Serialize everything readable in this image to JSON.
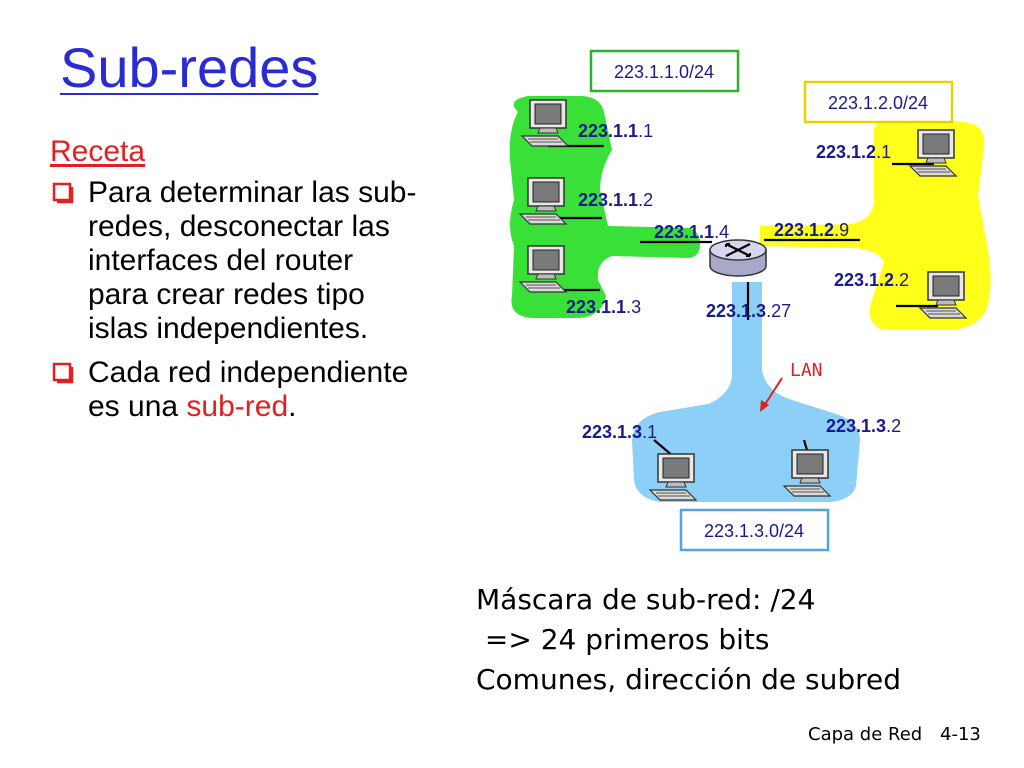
{
  "title": "Sub-redes",
  "recipe": {
    "heading": "Receta",
    "bullets": [
      {
        "lines": [
          "Para determinar las sub-",
          "redes, desconectar las",
          "interfaces del router",
          "para crear redes tipo",
          "islas independientes."
        ]
      },
      {
        "lines": [
          "Cada red independiente"
        ],
        "last_line_prefix": "es una ",
        "last_line_highlight": "sub-red",
        "last_line_suffix": "."
      }
    ]
  },
  "colors": {
    "title": "#2b2bd6",
    "accent": "#e32020",
    "net1": "#39e038",
    "net2": "#ffff1a",
    "net3": "#8ccff7",
    "address": "#1a1a8c",
    "subnet_box_1": "#2db02d",
    "subnet_box_2": "#e6d200",
    "subnet_box_3": "#4ea6e0"
  },
  "subnets": [
    {
      "label": "223.1.1.0/24"
    },
    {
      "label": "223.1.2.0/24"
    },
    {
      "label": "223.1.3.0/24"
    }
  ],
  "hosts": [
    {
      "prefix": "223.1.1",
      "suffix": ".1"
    },
    {
      "prefix": "223.1.1",
      "suffix": ".2"
    },
    {
      "prefix": "223.1.1",
      "suffix": ".3"
    },
    {
      "prefix": "223.1.2",
      "suffix": ".1"
    },
    {
      "prefix": "223.1.2",
      "suffix": ".2"
    },
    {
      "prefix": "223.1.3",
      "suffix": ".1"
    },
    {
      "prefix": "223.1.3",
      "suffix": ".2"
    }
  ],
  "router_interfaces": [
    {
      "prefix": "223.1.1",
      "suffix": ".4"
    },
    {
      "prefix": "223.1.2",
      "suffix": ".9"
    },
    {
      "prefix": "223.1.3",
      "suffix": ".27"
    }
  ],
  "lan_label": "LAN",
  "mask_text": {
    "line1": "Máscara de sub-red: /24",
    "line2": " => 24 primeros bits",
    "line3": "Comunes, dirección de subred"
  },
  "footer": {
    "chapter": "Capa de Red",
    "page": "4-13"
  }
}
